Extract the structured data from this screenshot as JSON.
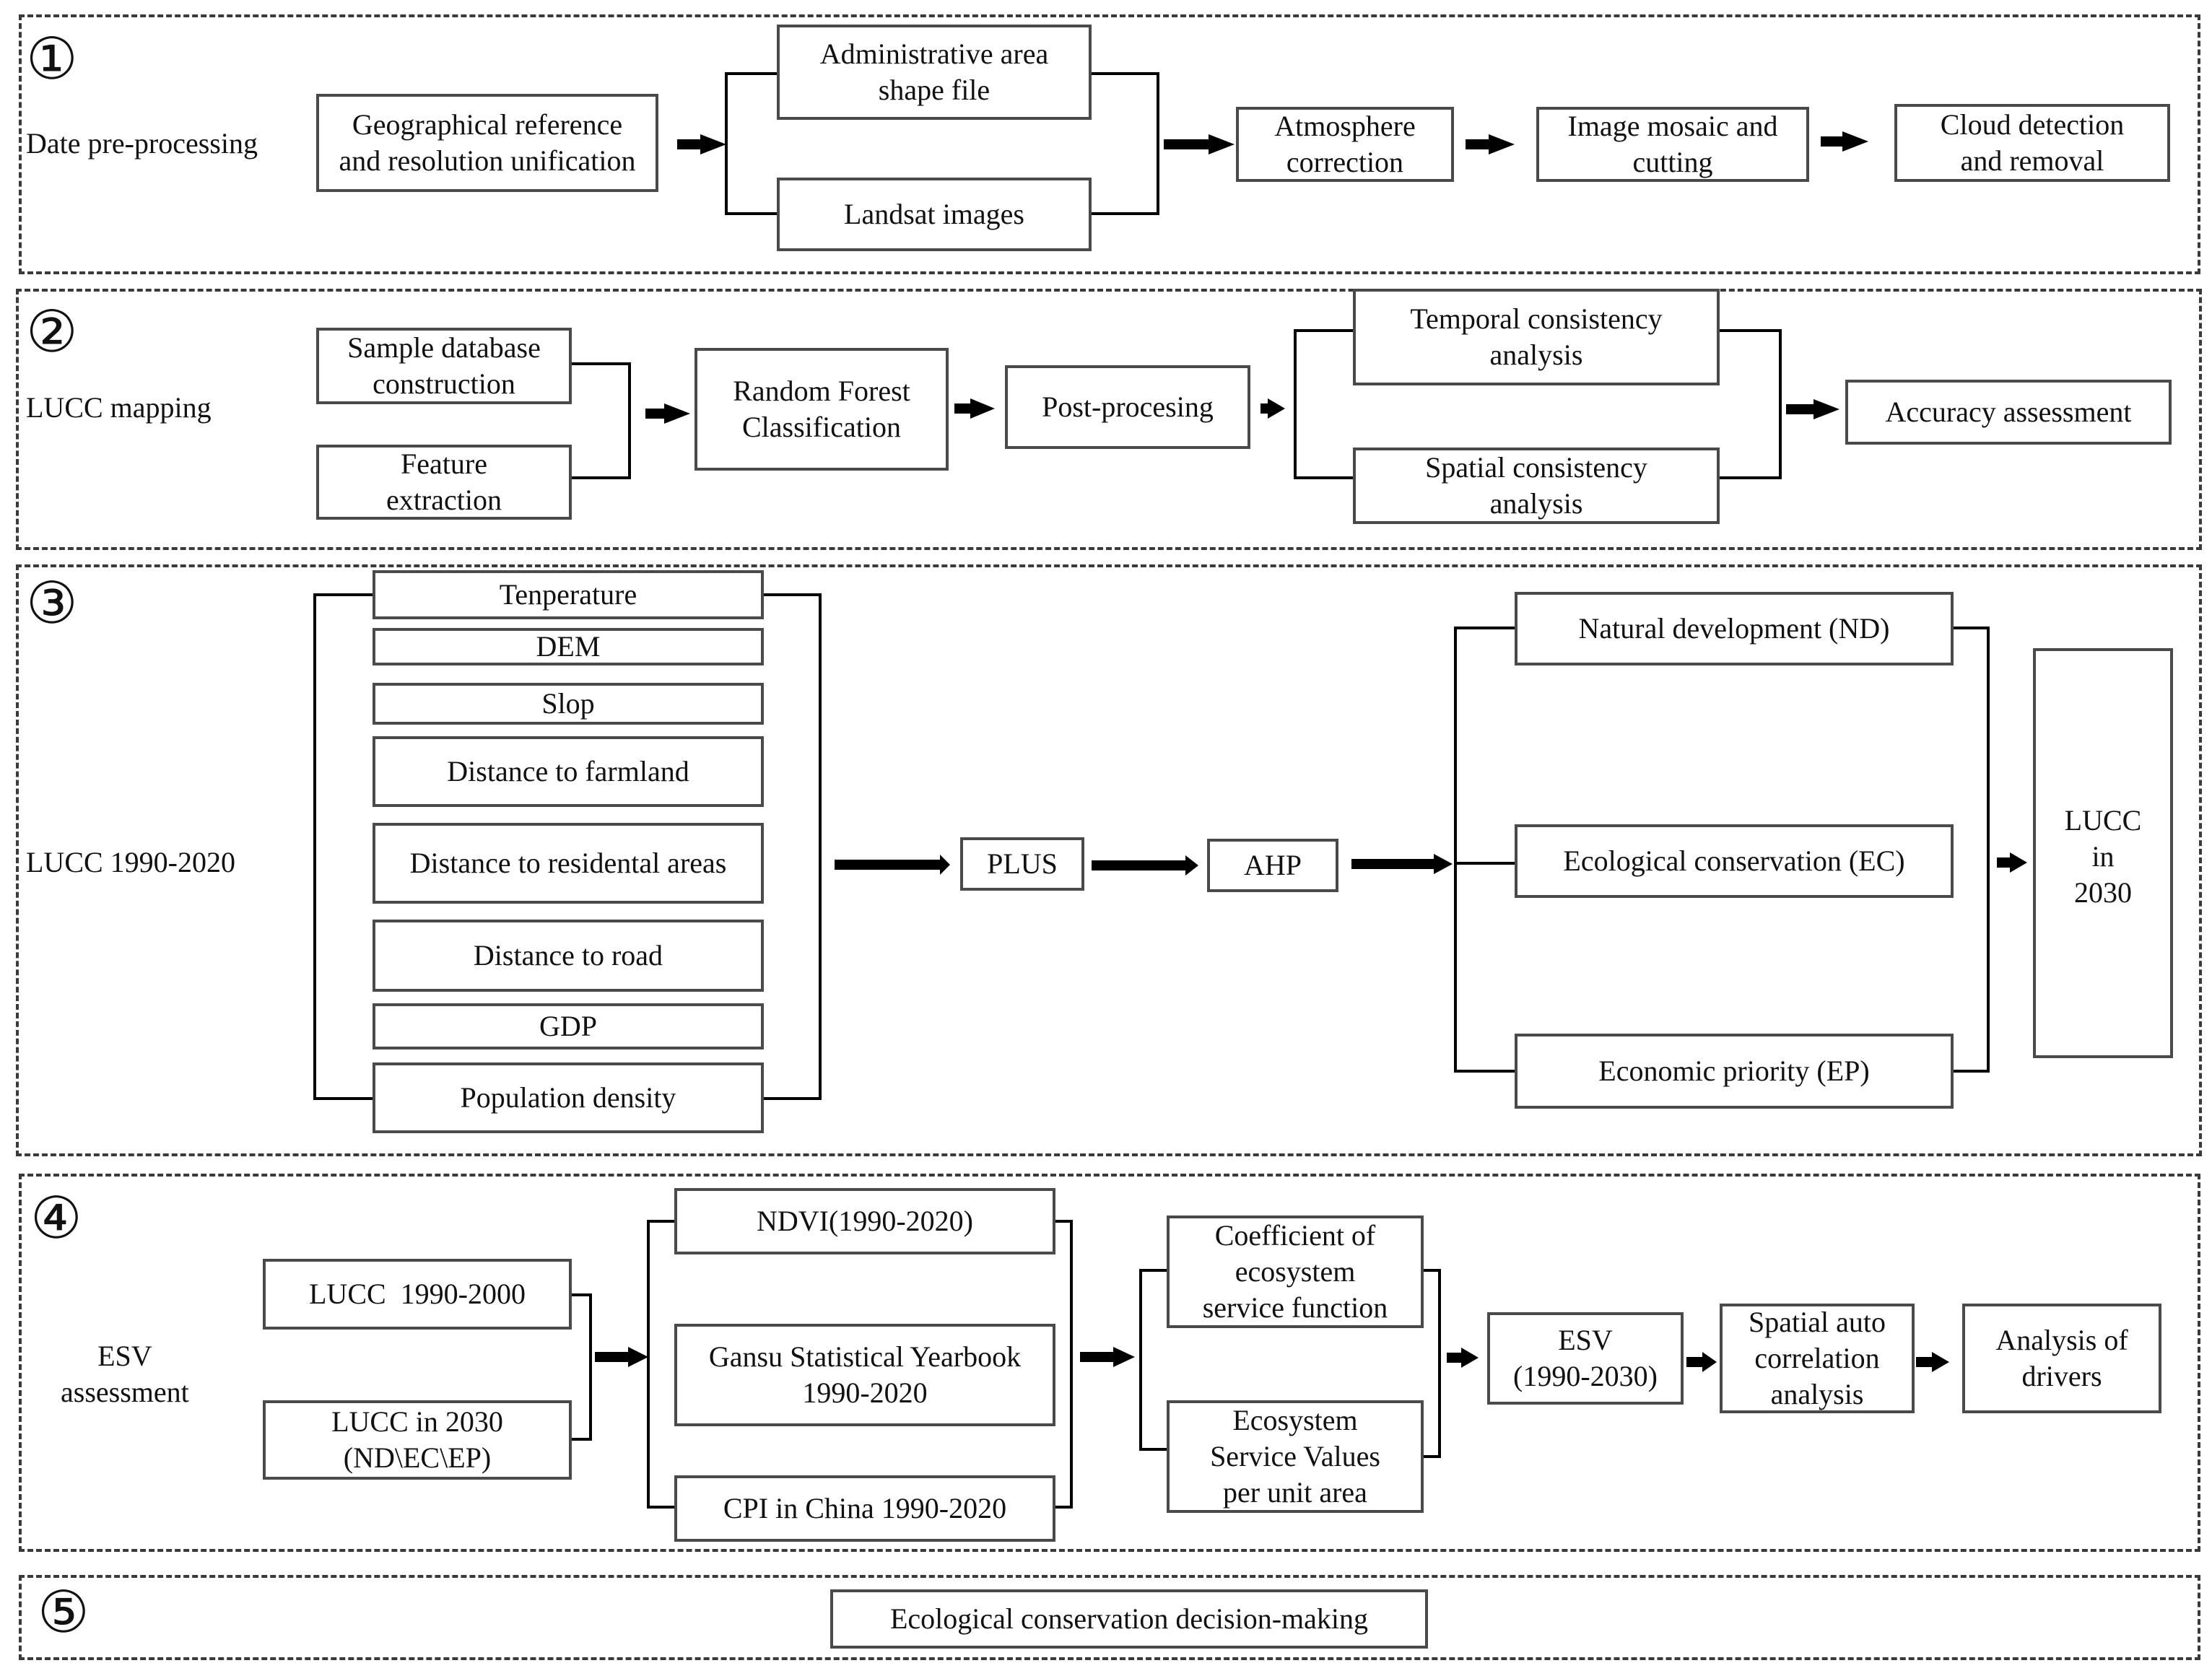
{
  "panels": {
    "p1": {
      "number": "①",
      "label": "Date pre-processing"
    },
    "p2": {
      "number": "②",
      "label": "LUCC mapping"
    },
    "p3": {
      "number": "③",
      "label": "LUCC 1990-2020"
    },
    "p4": {
      "number": "④",
      "label_line1": "ESV",
      "label_line2": "assessment"
    },
    "p5": {
      "number": "⑤"
    }
  },
  "stage1": {
    "geo_ref_1": "Geographical reference",
    "geo_ref_2": "and resolution unification",
    "admin_1": "Administrative area",
    "admin_2": "shape file",
    "landsat": "Landsat images",
    "atmos_1": "Atmosphere",
    "atmos_2": "correction",
    "mosaic_1": "Image mosaic and",
    "mosaic_2": "cutting",
    "cloud_1": "Cloud detection",
    "cloud_2": "and removal"
  },
  "stage2": {
    "sample_1": "Sample database",
    "sample_2": "construction",
    "feature_1": "Feature",
    "feature_2": "extraction",
    "rf_1": "Random Forest",
    "rf_2": "Classification",
    "post": "Post-procesing",
    "temporal_1": "Temporal consistency",
    "temporal_2": "analysis",
    "spatial_1": "Spatial consistency",
    "spatial_2": "analysis",
    "accuracy": "Accuracy assessment"
  },
  "stage3": {
    "factors": [
      "Tenperature",
      "DEM",
      "Slop",
      "Distance to farmland",
      "Distance to residental areas",
      "Distance to road",
      "GDP",
      "Population density"
    ],
    "plus": "PLUS",
    "ahp": "AHP",
    "nd": "Natural development (ND)",
    "ec": "Ecological conservation (EC)",
    "ep": "Economic priority (EP)",
    "lucc2030_1": "LUCC",
    "lucc2030_2": "in",
    "lucc2030_3": "2030"
  },
  "stage4": {
    "lucc_90_00": "LUCC  1990-2000",
    "lucc_2030_1": "LUCC in 2030",
    "lucc_2030_2": "(ND\\EC\\EP)",
    "ndvi": "NDVI(1990-2020)",
    "gansu_1": "Gansu Statistical Yearbook",
    "gansu_2": "1990-2020",
    "cpi": "CPI in China 1990-2020",
    "coef_1": "Coefficient of",
    "coef_2": "ecosystem",
    "coef_3": "service function",
    "esvunit_1": "Ecosystem",
    "esvunit_2": "Service Values",
    "esvunit_3": "per unit area",
    "esv_1": "ESV",
    "esv_2": "(1990-2030)",
    "spatial_1": "Spatial auto",
    "spatial_2": "correlation",
    "spatial_3": "analysis",
    "drivers_1": "Analysis of",
    "drivers_2": "drivers"
  },
  "stage5": {
    "decision": "Ecological conservation decision-making"
  }
}
